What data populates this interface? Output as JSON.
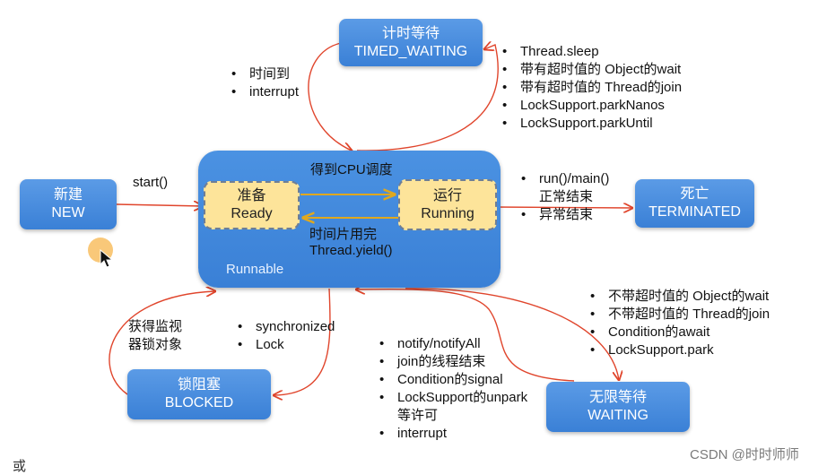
{
  "states": {
    "timed_waiting": {
      "cn": "计时等待",
      "en": "TIMED_WAITING"
    },
    "new": {
      "cn": "新建",
      "en": "NEW"
    },
    "runnable": {
      "label": "Runnable"
    },
    "ready": {
      "cn": "准备",
      "en": "Ready"
    },
    "running": {
      "cn": "运行",
      "en": "Running"
    },
    "terminated": {
      "cn": "死亡",
      "en": "TERMINATED"
    },
    "blocked": {
      "cn": "锁阻塞",
      "en": "BLOCKED"
    },
    "waiting": {
      "cn": "无限等待",
      "en": "WAITING"
    }
  },
  "labels": {
    "start": "start()",
    "cpu_schedule": "得到CPU调度",
    "time_slice_cn": "时间片用完",
    "time_slice_en": "Thread.yield()",
    "acquire_monitor_1": "获得监视",
    "acquire_monitor_2": "器锁对象"
  },
  "lists": {
    "timed_return": [
      "时间到",
      "interrupt"
    ],
    "to_timed_waiting": [
      "Thread.sleep",
      "带有超时值的 Object的wait",
      "带有超时值的 Thread的join",
      "LockSupport.parkNanos",
      "LockSupport.parkUntil"
    ],
    "to_terminated": [
      "run()/main()",
      "正常结束",
      "异常结束"
    ],
    "to_blocked": [
      "synchronized",
      "Lock"
    ],
    "to_waiting": [
      "不带超时值的 Object的wait",
      "不带超时值的 Thread的join",
      "Condition的await",
      "LockSupport.park"
    ],
    "waiting_return": [
      "notify/notifyAll",
      "join的线程结束",
      "Condition的signal",
      "LockSupport的unpark",
      "等许可",
      "interrupt"
    ]
  },
  "colors": {
    "state_blue": "#3a80d6",
    "sub_yellow": "#fde49a",
    "arrow_red": "#e0452c",
    "arrow_gold": "#e0a81e"
  },
  "watermark": "CSDN @时时师师",
  "stray_text": "或"
}
